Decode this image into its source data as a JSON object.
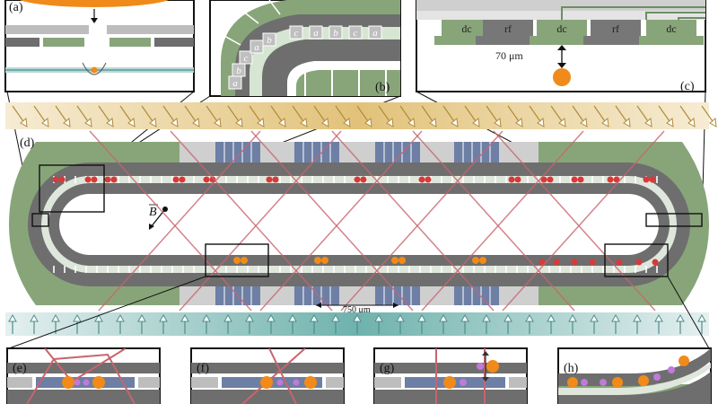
{
  "panels": {
    "a": "(a)",
    "b": "(b)",
    "c": "(c)",
    "d": "(d)",
    "e": "(e)",
    "f": "(f)",
    "g": "(g)",
    "h": "(h)"
  },
  "electrodes": [
    "dc",
    "rf",
    "dc",
    "rf",
    "dc"
  ],
  "distance": "70 μm",
  "scale_bar": "750 μm",
  "field_label": "B",
  "segment_labels": [
    "a",
    "b",
    "c",
    "a",
    "b",
    "c",
    "a"
  ],
  "colors": {
    "electrode_green": "#88a57a",
    "trap_gray": "#6e6e6e",
    "rail_light": "#bdbdbd",
    "laser_blue": "#6d7fa5",
    "beam_red": "#c8646e",
    "ion_orange": "#f08a1a",
    "ion_red": "#d83a3a",
    "ion_purple": "#c07ad8",
    "arrow_gold": "#d8b060",
    "arrow_teal": "#8fc4c0"
  }
}
